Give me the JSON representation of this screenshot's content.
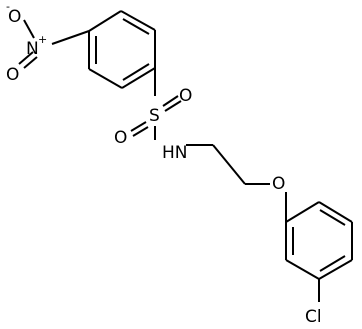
{
  "molecule": {
    "atoms": {
      "oxygen_minus": "O",
      "minus_charge": "-",
      "nitro_nitrogen": "N",
      "plus_charge": "+",
      "nitro_oxygen": "O",
      "sulfur": "S",
      "sulfonyl_oxygen_top": "O",
      "sulfonyl_oxygen_bottom": "O",
      "amine": "HN",
      "ether_oxygen": "O",
      "chlorine": "Cl"
    }
  },
  "colors": {
    "bond": "#000000",
    "background": "#ffffff"
  }
}
